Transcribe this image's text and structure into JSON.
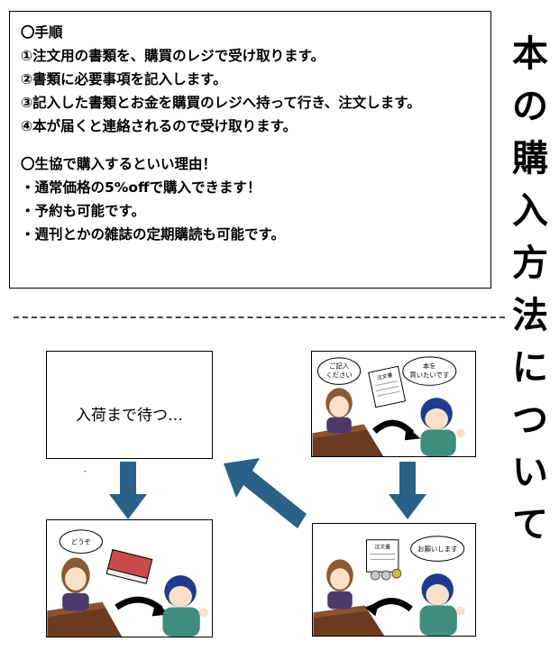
{
  "steps": {
    "heading": "〇手順",
    "items": [
      "①注文用の書類を、購買のレジで受け取ります。",
      "②書類に必要事項を記入します。",
      "③記入した書類とお金を購買のレジへ持って行き、注文します。",
      "④本が届くと連絡されるので受け取ります。"
    ]
  },
  "reasons": {
    "heading": "〇生協で購入するといい理由！",
    "items": [
      "・通常価格の5%offで購入できます！",
      "・予約も可能です。",
      "・週刊とかの雑誌の定期購読も可能です。"
    ]
  },
  "vertical_title": [
    "本",
    "の",
    "購",
    "入",
    "方",
    "法",
    "に",
    "つ",
    "い",
    "て"
  ],
  "panels": {
    "p1_bubble_left": [
      "ご記入",
      "ください"
    ],
    "p1_bubble_right": [
      "本を",
      "買いたいです"
    ],
    "p1_doc": "注文書",
    "p2_bubble": "お願いします",
    "p2_doc": "注文書",
    "p3_text": "入荷まで待つ…",
    "p3_stray": "-",
    "p4_bubble": "どうぞ"
  },
  "colors": {
    "arrow": "#2a6186",
    "hair": "#8a5a33",
    "boy_hair": "#1f3c8c",
    "boy_shirt": "#3f8e7d",
    "counter": "#6b3a1f"
  }
}
